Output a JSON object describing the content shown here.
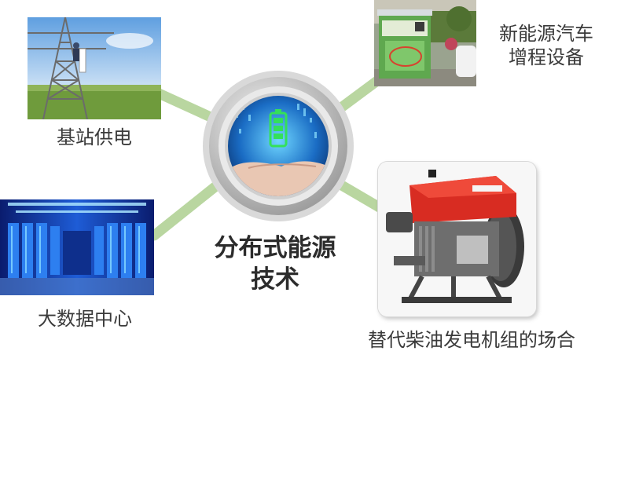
{
  "hub": {
    "title_line1": "分布式能源",
    "title_line2": "技术"
  },
  "nodes": {
    "base_station": {
      "label": "基站供电"
    },
    "data_center": {
      "label": "大数据中心"
    },
    "ev": {
      "label_line1": "新能源汽车",
      "label_line2": "增程设备"
    },
    "diesel": {
      "label": "替代柴油发电机组的场合"
    }
  },
  "colors": {
    "connector": "#b9d6a0",
    "hub_ring": "#9a9a9a",
    "hub_inner": "#e9e9e9",
    "battery": "#34e05a",
    "caption": "#3a3a3a"
  }
}
